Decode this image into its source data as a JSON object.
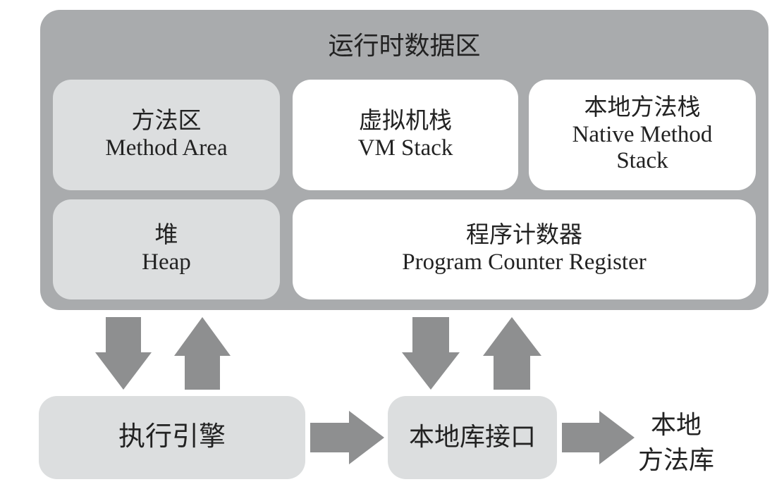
{
  "runtime_area": {
    "title": "运行时数据区"
  },
  "method_area": {
    "zh": "方法区",
    "en": "Method Area"
  },
  "vm_stack": {
    "zh": "虚拟机栈",
    "en": "VM Stack"
  },
  "native_stack": {
    "zh": "本地方法栈",
    "en1": "Native Method",
    "en2": "Stack"
  },
  "heap": {
    "zh": "堆",
    "en": "Heap"
  },
  "pc_register": {
    "zh": "程序计数器",
    "en": "Program Counter Register"
  },
  "execution_engine": "执行引擎",
  "native_interface": "本地库接口",
  "native_library": {
    "line1": "本地",
    "line2": "方法库"
  },
  "colors": {
    "outer": "#a9abad",
    "light_box": "#dcdedf",
    "arrow": "#8e8f90"
  }
}
